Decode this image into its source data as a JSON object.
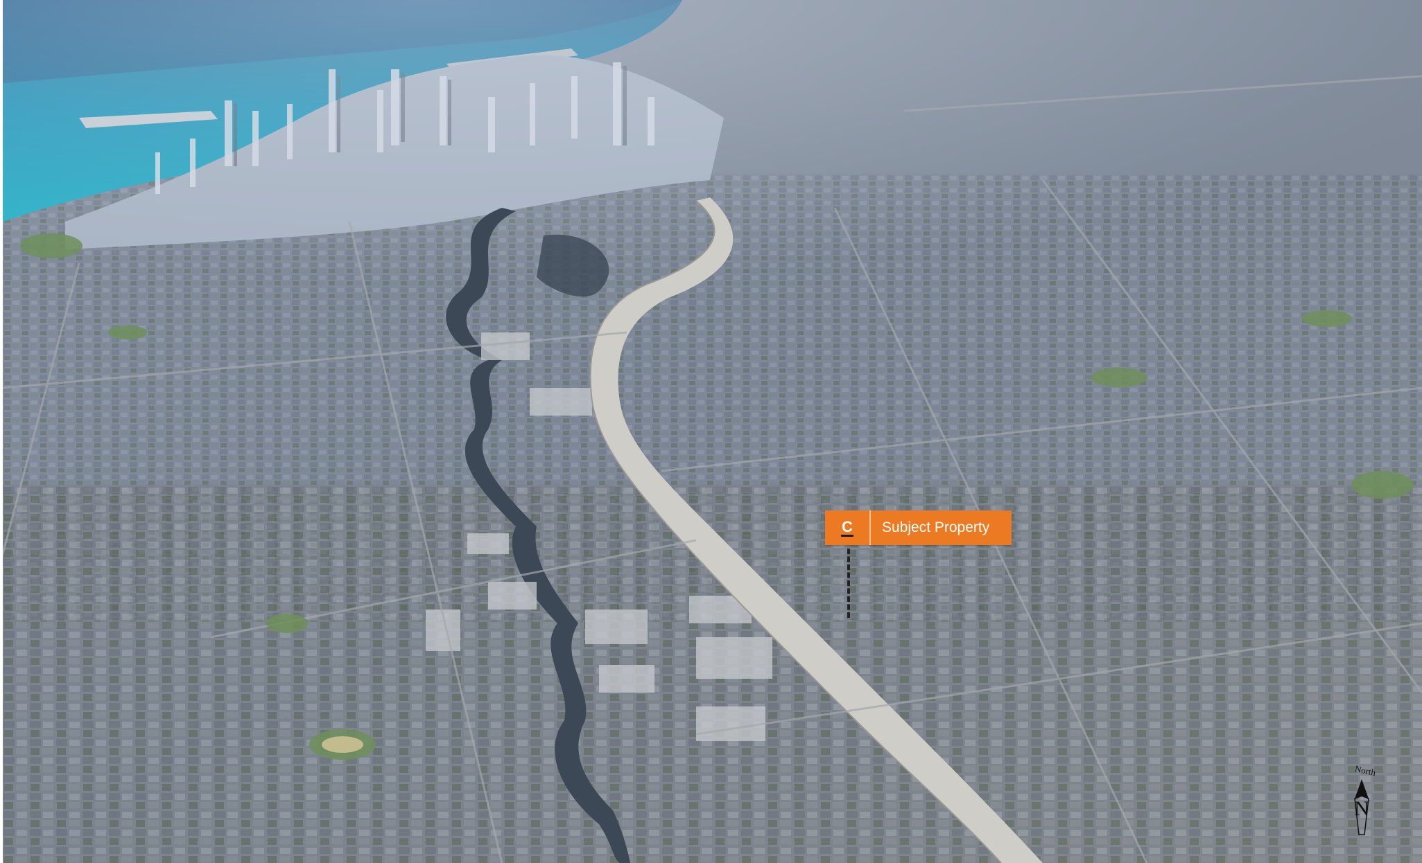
{
  "callout": {
    "label": "Subject Property",
    "logo_letter": "C",
    "color": "#ec7a23"
  },
  "compass": {
    "label": "North",
    "glyph": "N"
  },
  "colors": {
    "lake": "#1f8fb3",
    "city": "#8a96a8",
    "river": "#3e4b5a",
    "expressway": "#cfcdc8"
  }
}
